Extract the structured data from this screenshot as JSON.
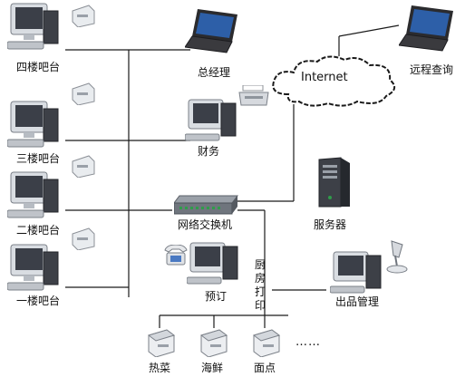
{
  "nodes": {
    "bar_floor4": "四楼吧台",
    "bar_floor3": "三楼吧台",
    "bar_floor2": "二楼吧台",
    "bar_floor1": "一楼吧台",
    "general_manager": "总经理",
    "finance": "财务",
    "network_switch": "网络交换机",
    "reservation": "预订",
    "server": "服务器",
    "remote_query": "远程查询",
    "kitchen_print": "厨房打印",
    "dispatch_management": "出品管理",
    "printer_hot_dishes": "热菜",
    "printer_seafood": "海鲜",
    "printer_pastry": "面点",
    "more_printers": "……"
  },
  "cloud": {
    "label": "Internet"
  },
  "colors": {
    "line": "#1a1a1a",
    "monitor": "#d9dde2",
    "screen": "#3b3f48",
    "tower": "#3d4047",
    "laptop_body": "#2b2b2e",
    "laptop_screen": "#2d5fa8",
    "switch_body": "#6f757d"
  }
}
